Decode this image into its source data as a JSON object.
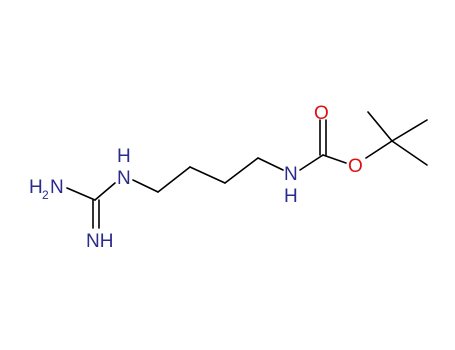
{
  "molecule": {
    "atoms": {
      "amine_h2n": {
        "symbol": "N",
        "h": "H",
        "h_count": "2",
        "color": "#2b2b8c"
      },
      "imine_nh": {
        "text": "NH",
        "color": "#2b2b8c"
      },
      "guanidine_nh": {
        "n": "N",
        "h": "H",
        "color": "#2b2b8c"
      },
      "carbamate_nh": {
        "n": "N",
        "h": "H",
        "color": "#2b2b8c"
      },
      "carbonyl_o": {
        "text": "O",
        "color": "#e01010"
      },
      "ester_o": {
        "text": "O",
        "color": "#e01010"
      }
    },
    "bond_color": "#000000"
  }
}
